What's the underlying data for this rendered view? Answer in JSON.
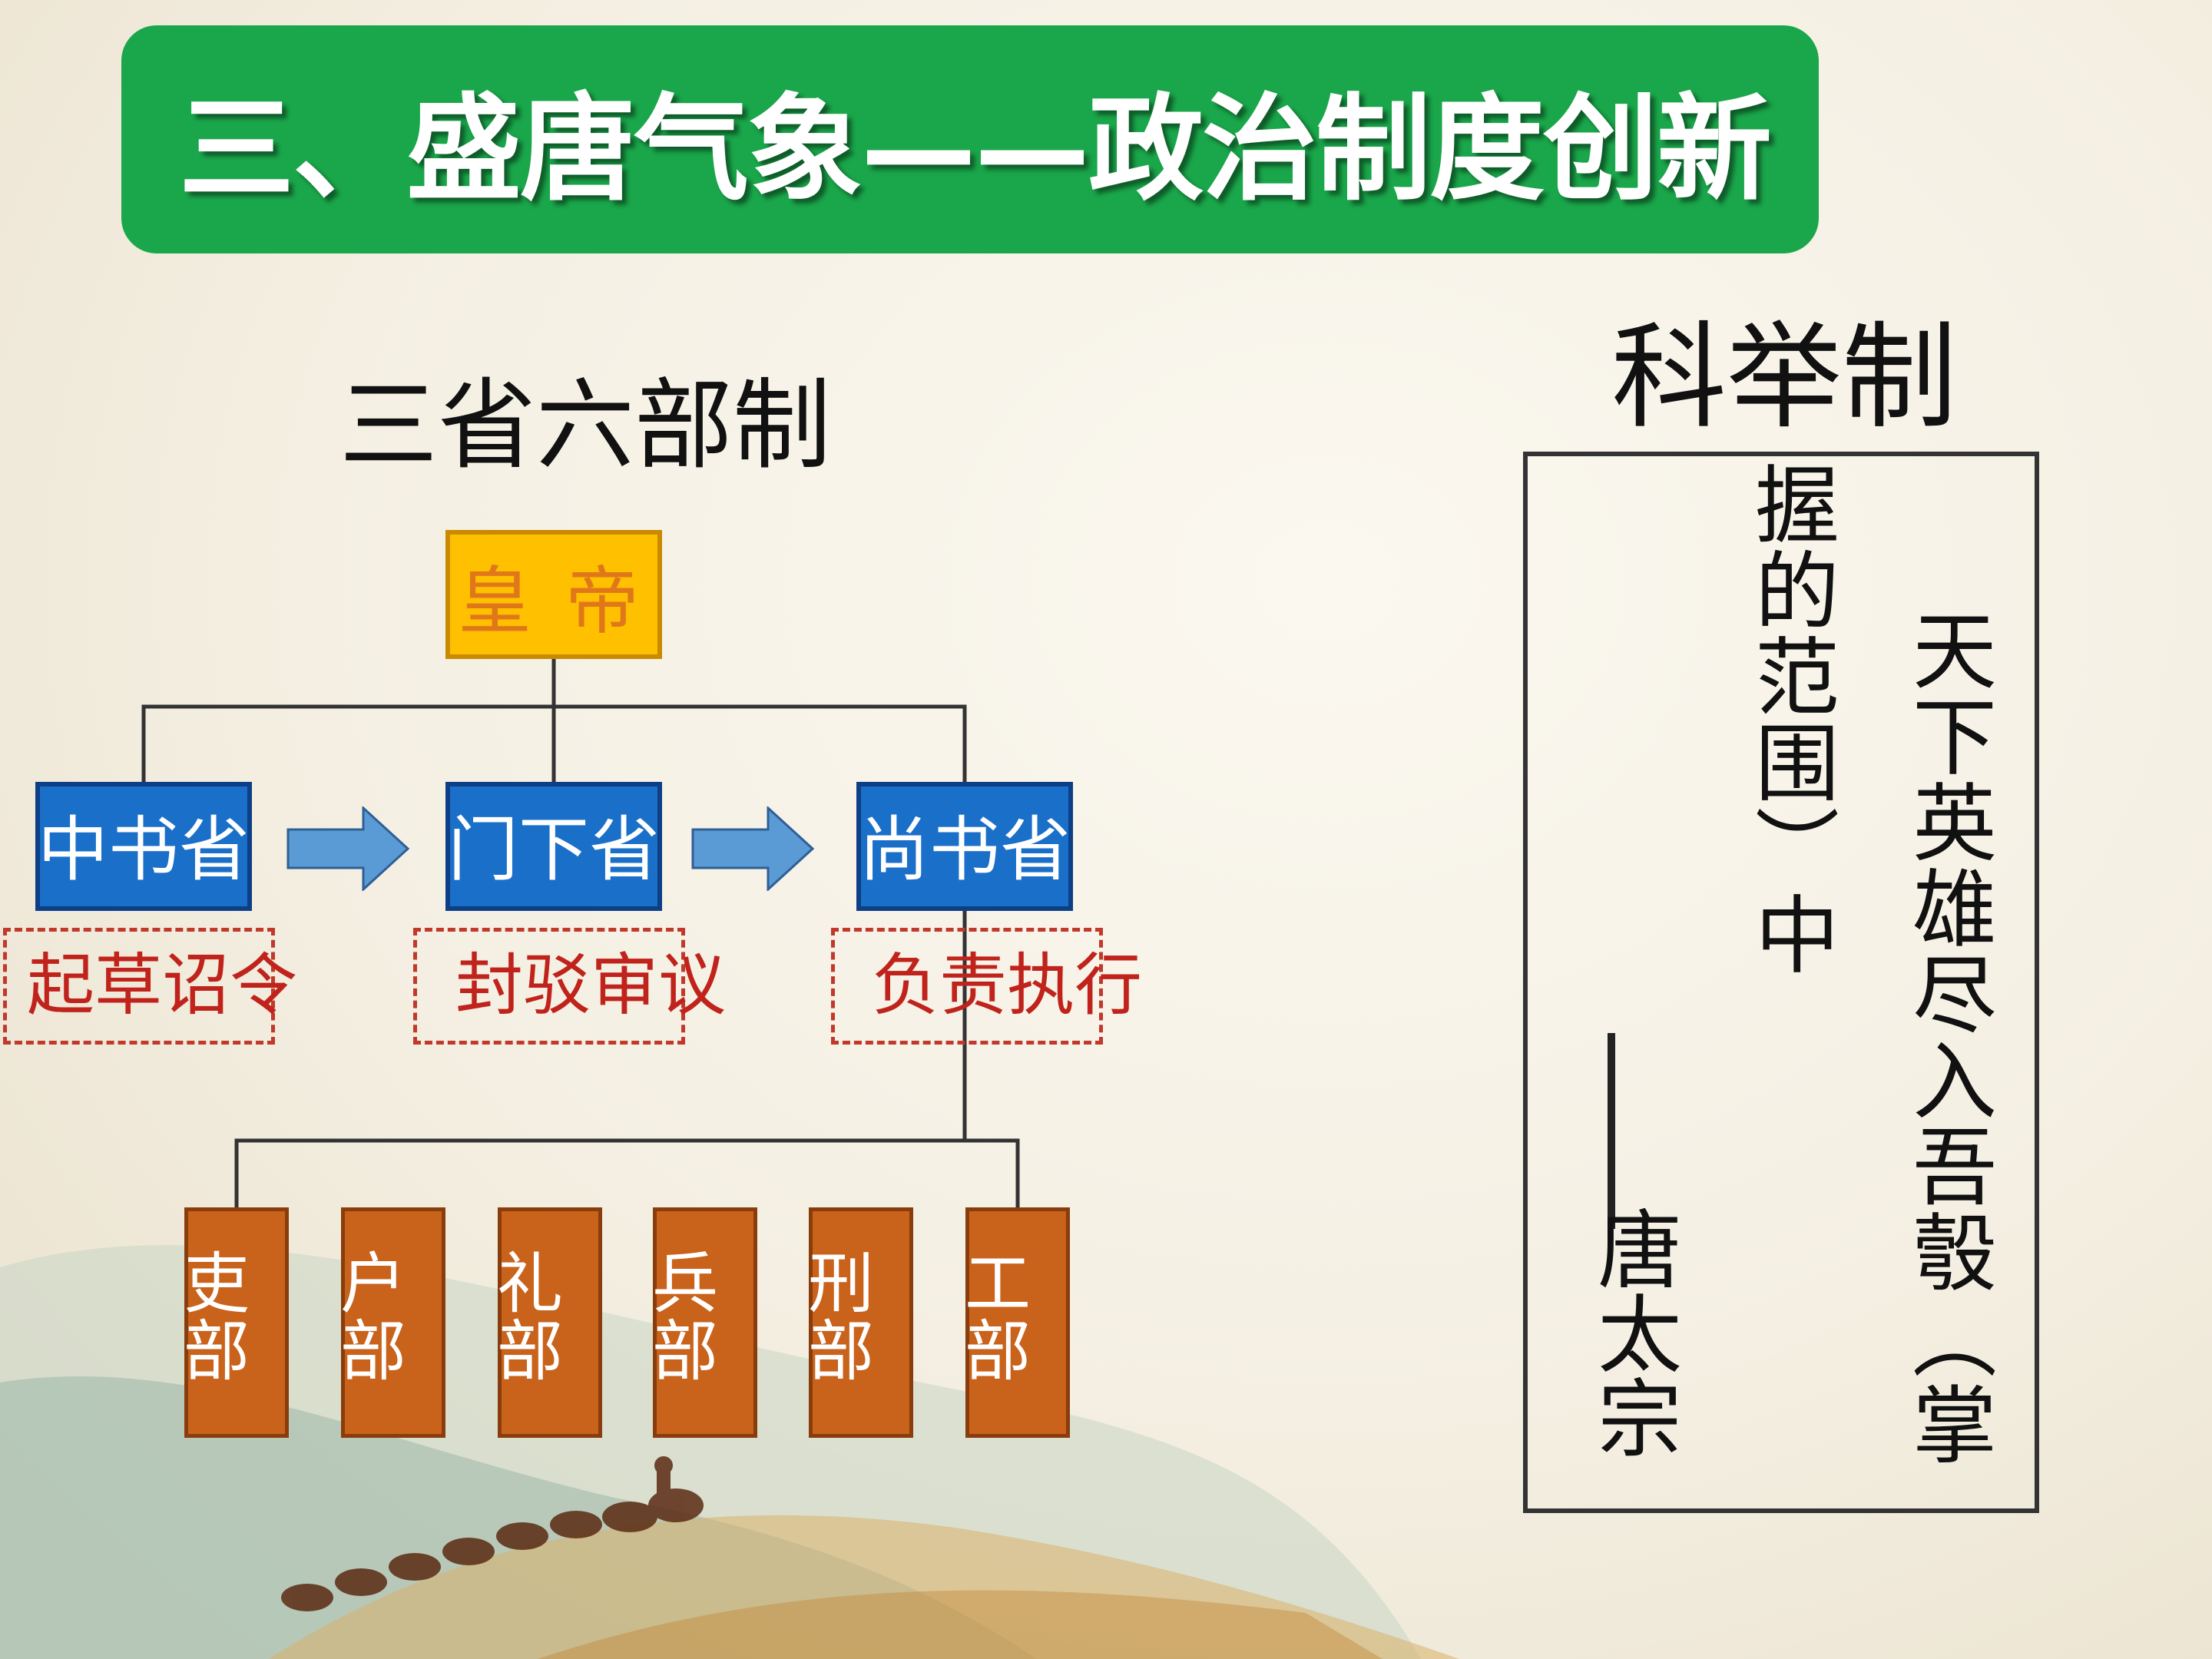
{
  "title": "三、盛唐气象——政治制度创新",
  "sansheng": {
    "heading": "三省六部制",
    "emperor": "皇帝",
    "provinces": [
      {
        "label": "中书省"
      },
      {
        "label": "门下省"
      },
      {
        "label": "尚书省"
      }
    ],
    "duties": [
      "起草诏令",
      "封驳审议",
      "负责执行"
    ],
    "departments": [
      {
        "top": "吏",
        "bottom": "部"
      },
      {
        "top": "户",
        "bottom": "部"
      },
      {
        "top": "礼",
        "bottom": "部"
      },
      {
        "top": "兵",
        "bottom": "部"
      },
      {
        "top": "刑",
        "bottom": "部"
      },
      {
        "top": "工",
        "bottom": "部"
      }
    ]
  },
  "keju": {
    "heading": "科举制",
    "quote_col1": "天下英雄尽入吾彀（掌",
    "quote_col2": "握的范围）中",
    "author": "唐太宗"
  },
  "colors": {
    "banner": "#1aa64a",
    "emperor_box": "#ffc000",
    "province_box": "#1a6fc9",
    "department_box": "#c9621a",
    "duty_text": "#c0231b"
  }
}
